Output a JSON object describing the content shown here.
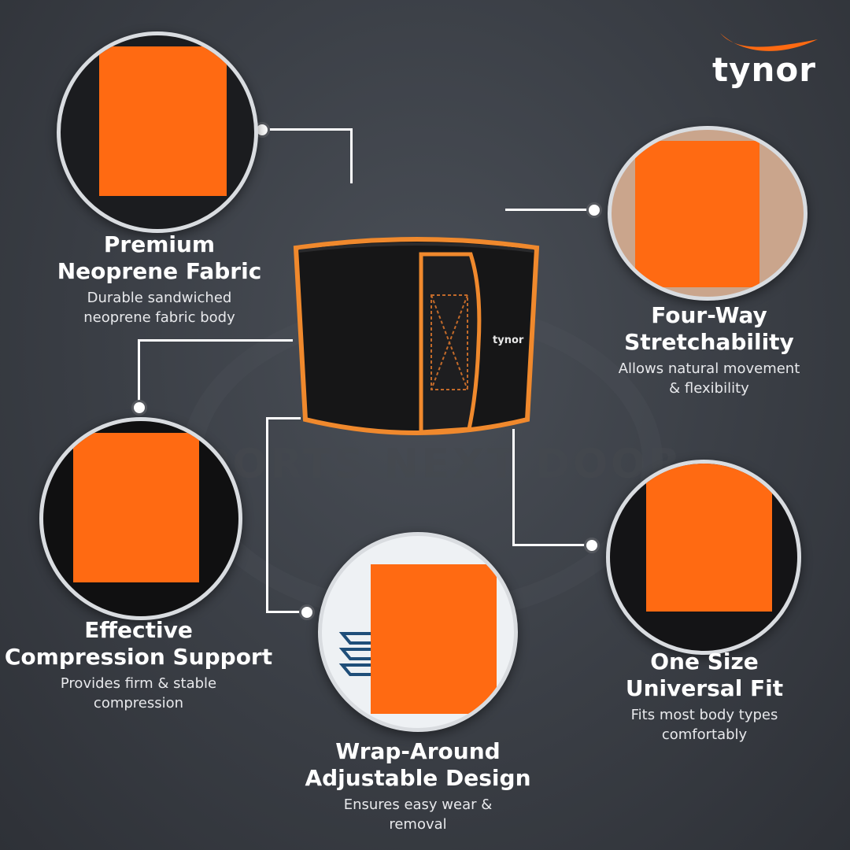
{
  "brand": {
    "logo_text": "tynor",
    "accent_color": "#ff6a12",
    "background_color": "#3a3e45"
  },
  "watermark": {
    "text": "SPORTS NEXT DOOR"
  },
  "product": {
    "belt_label": "tynor"
  },
  "features": [
    {
      "title_line1": "Premium",
      "title_line2": "Neoprene Fabric",
      "desc_line1": "Durable sandwiched",
      "desc_line2": "neoprene fabric body"
    },
    {
      "title_line1": "Four-Way",
      "title_line2": "Stretchability",
      "desc_line1": "Allows natural movement",
      "desc_line2": "& flexibility"
    },
    {
      "title_line1": "Effective",
      "title_line2": "Compression Support",
      "desc_line1": "Provides firm & stable",
      "desc_line2": "compression"
    },
    {
      "title_line1": "One Size",
      "title_line2": "Universal Fit",
      "desc_line1": "Fits most body types",
      "desc_line2": "comfortably"
    },
    {
      "title_line1": "Wrap-Around",
      "title_line2": "Adjustable Design",
      "desc_line1": "Ensures easy wear &",
      "desc_line2": "removal"
    }
  ]
}
